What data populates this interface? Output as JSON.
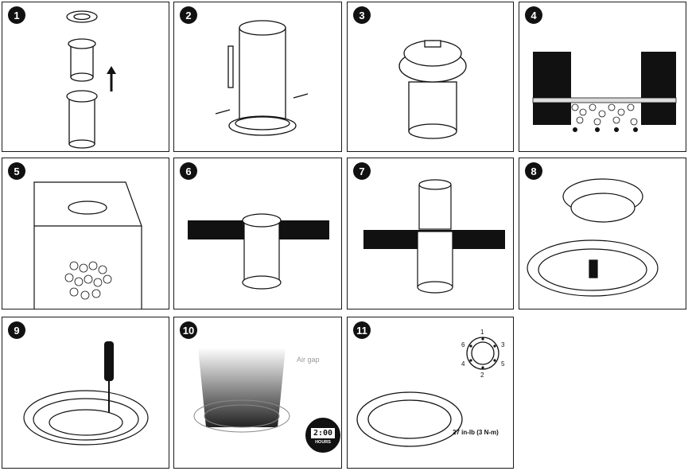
{
  "steps": [
    {
      "number": "1"
    },
    {
      "number": "2"
    },
    {
      "number": "3"
    },
    {
      "number": "4"
    },
    {
      "number": "5"
    },
    {
      "number": "6"
    },
    {
      "number": "7"
    },
    {
      "number": "8"
    },
    {
      "number": "9"
    },
    {
      "number": "10",
      "air_gap_label": "Air gap",
      "timer_display": "2:00",
      "timer_unit": "HOURS"
    },
    {
      "number": "11",
      "torque_label": "27 in-lb (3 N-m)",
      "bolt_order": [
        "1",
        "2",
        "3",
        "4",
        "5",
        "6"
      ]
    }
  ]
}
